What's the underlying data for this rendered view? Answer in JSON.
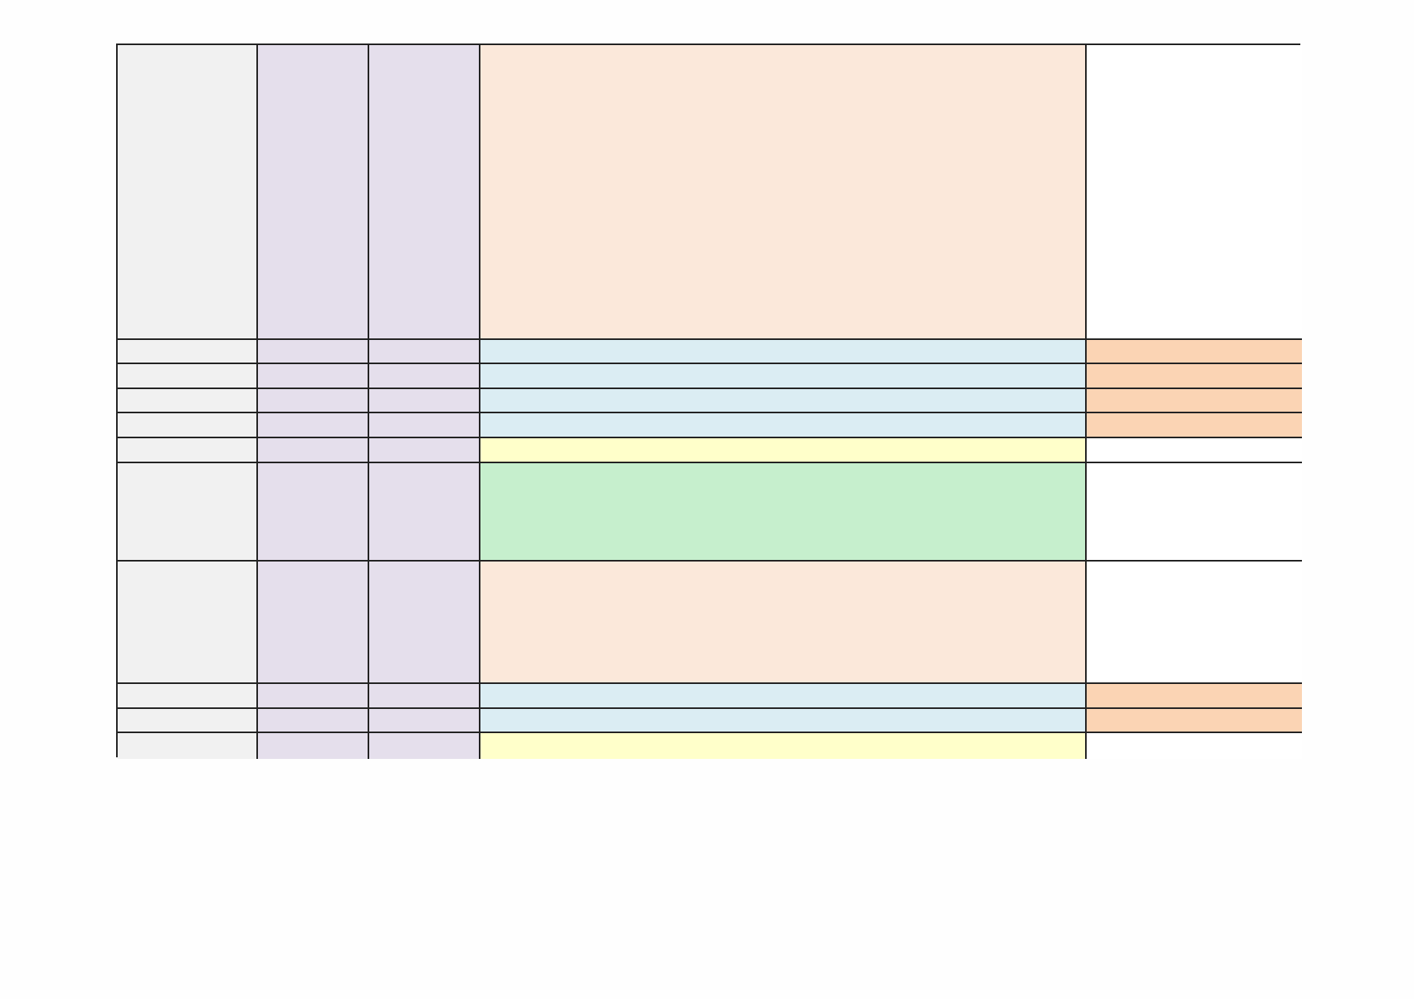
{
  "document": {
    "rows": [
      {
        "fill": [
          "gray",
          "lav",
          "lav",
          "peach",
          "white"
        ]
      },
      {
        "fill": [
          "gray",
          "lav",
          "lav",
          "blue",
          "orange"
        ]
      },
      {
        "fill": [
          "gray",
          "lav",
          "lav",
          "blue",
          "orange"
        ]
      },
      {
        "fill": [
          "gray",
          "lav",
          "lav",
          "blue",
          "orange"
        ]
      },
      {
        "fill": [
          "gray",
          "lav",
          "lav",
          "blue",
          "orange"
        ]
      },
      {
        "fill": [
          "gray",
          "lav",
          "lav",
          "yellow",
          "white"
        ]
      },
      {
        "fill": [
          "gray",
          "lav",
          "lav",
          "green",
          "white"
        ]
      },
      {
        "fill": [
          "gray",
          "lav",
          "lav",
          "peach",
          "white"
        ]
      },
      {
        "fill": [
          "gray",
          "lav",
          "lav",
          "blue",
          "orange"
        ]
      },
      {
        "fill": [
          "gray",
          "lav",
          "lav",
          "blue",
          "orange"
        ]
      },
      {
        "fill": [
          "gray",
          "lav",
          "lav",
          "yellow",
          "white"
        ]
      }
    ]
  },
  "colors": {
    "gray": "#f1f1f1",
    "lav": "#e5dfec",
    "peach": "#fbe8da",
    "blue": "#dbedf3",
    "orange": "#fbd4b4",
    "yellow": "#ffffca",
    "green": "#c6efcd",
    "white": "#ffffff",
    "border": "#222222"
  }
}
